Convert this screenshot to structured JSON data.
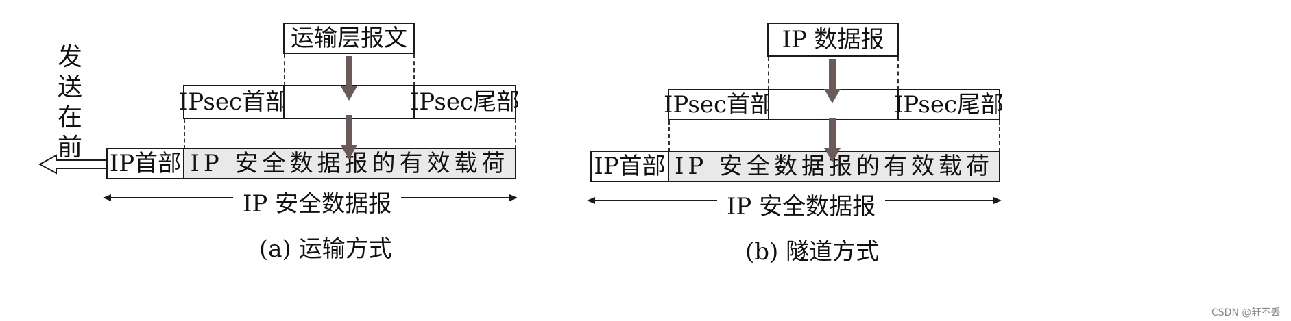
{
  "transport": {
    "side_text": [
      "发",
      "送",
      "在",
      "前"
    ],
    "top_box": "运输层报文",
    "ipsec_header": "IPsec首部",
    "ipsec_trailer": "IPsec尾部",
    "ip_header": "IP首部",
    "payload": "IP 安全数据报的有效载荷",
    "span_label": "IP 安全数据报",
    "caption": "(a) 运输方式"
  },
  "tunnel": {
    "top_box": "IP 数据报",
    "ipsec_header": "IPsec首部",
    "ipsec_trailer": "IPsec尾部",
    "ip_header": "IP首部",
    "payload": "IP 安全数据报的有效载荷",
    "span_label": "IP 安全数据报",
    "caption": "(b) 隧道方式"
  },
  "watermark": "CSDN @轩不丢"
}
